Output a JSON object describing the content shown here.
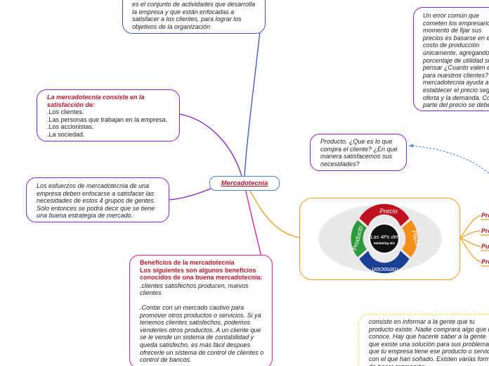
{
  "central": {
    "title": "Mercadotecnia"
  },
  "top_node": {
    "text": "es el conjunto de actividades que desarrolla la empresa y que están enfocadas a satisfacer a los clientes, para lograr los objetivos de la organización"
  },
  "right_top_node": {
    "text": "Un error común que cometen los empresarios al momento de fijar sus precios es basarse en el costo de producción únicamente, agregando un porcentaje de utilidad sin pensar ¿Cuanto valen estos para nuestros clientes? La mercadotecnia ayuda a establecer el precio según la oferta y la demanda. Como parte del precio se deben ver clarámente tambien las condiciones ya sea descuentos por volumen, costo de envio, comisiones, etc."
  },
  "satisfaction_node": {
    "title": "La mercadotecnia consiste en la satisfacción de:",
    "items": [
      ".Los clientes.",
      ".Las personas que trabajan en la empresa.",
      ".Los accionistas.",
      ".La sociedad."
    ]
  },
  "efforts_node": {
    "text": "Los esfuerzos de mercadotecnia de una empresa deben enfocarse a satisfacer las necesidades de estos 4 grupos de gentes. Sólo entonces se podrá decir que se tiene una buena estrategia de mercado."
  },
  "product_question_node": {
    "text": "Producto. ¿Que es lo que compra el cliente? ¿En qué manera satisfacemos sus necesidades?"
  },
  "four_p": {
    "label": "4 P",
    "image": {
      "center_line1": "Las 4Ps del",
      "center_line2": "Marketing Mix",
      "segments": [
        "Precio",
        "Plaza",
        "Promocion",
        "Producto"
      ],
      "colors": {
        "precio": "#c0111f",
        "plaza": "#f39019",
        "promocion": "#1b3f95",
        "producto": "#2c9a3a"
      }
    },
    "sub_labels": [
      "Pre",
      "Pro",
      "Pu",
      "Pro"
    ]
  },
  "benefits_node": {
    "title1": "Beneficios de la mercadotecnia",
    "title2": "Los siguientes son algunos beneficios conocidos de una buena mercadotecnia:",
    "para1": ".clientes satisfechos producen, nuevos clientes",
    "para2": ".Contar con un mercado cautivo para promover otros productos o servicios. Si ya tenemos clientes satisfechos, podemos venderles otros productos. A un cliente que se le vende un sistema de contabilidad y queda satisfecho, es más fácil despues ofrecerle un sistema de control de clientes o control de bancos."
  },
  "promotion_node": {
    "text": "consiste en informar a la gente que tu producto existe. Nadie comprará algo que no conoce. Hay que hacerle saber a la gente que existe una solución para sus problemas; que tu empresa tiene ese producto o servicio con el que han soñado. Existen varias formas de hacer promoción."
  }
}
